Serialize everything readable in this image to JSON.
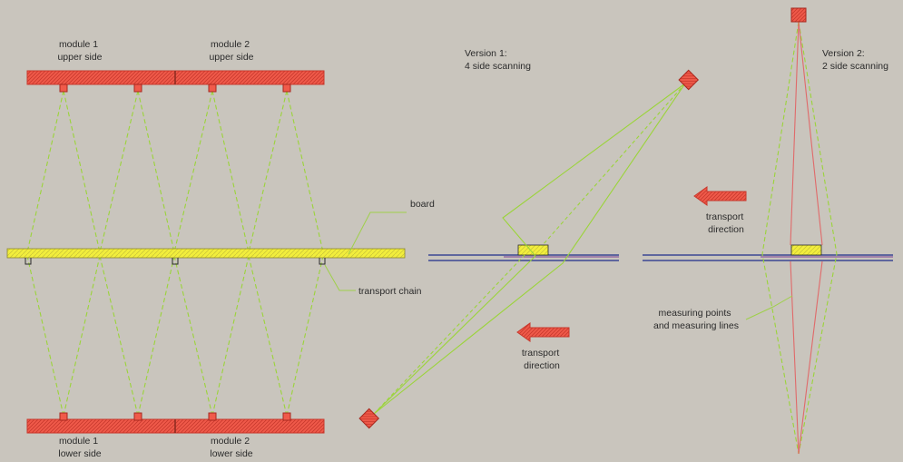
{
  "colors": {
    "background": "#c9c5bd",
    "module": "#f05a4a",
    "board": "#f2ee3c",
    "beam": "#9bd43a",
    "chain_blue": "#1f2f8c",
    "chain_purple": "#7a3f96",
    "version2_red_line": "#e06a6a",
    "annotation_line": "#9fd04a"
  },
  "icons": {
    "arrow": "transport-arrow-icon",
    "scanner": "scanner-head-icon"
  },
  "labels": {
    "module1_upper": [
      "module 1",
      "upper side"
    ],
    "module2_upper": [
      "module 2",
      "upper side"
    ],
    "module1_lower": [
      "module 1",
      "lower side"
    ],
    "module2_lower": [
      "module 2",
      "lower side"
    ],
    "board": "board",
    "transport_chain": "transport chain",
    "version1": [
      "Version 1:",
      "4 side scanning"
    ],
    "version2": [
      "Version 2:",
      "2 side scanning"
    ],
    "transport_direction_v1": [
      "transport",
      "direction"
    ],
    "transport_direction_v2": [
      "transport",
      "direction"
    ],
    "measuring": [
      "measuring points",
      "and measuring lines"
    ]
  }
}
